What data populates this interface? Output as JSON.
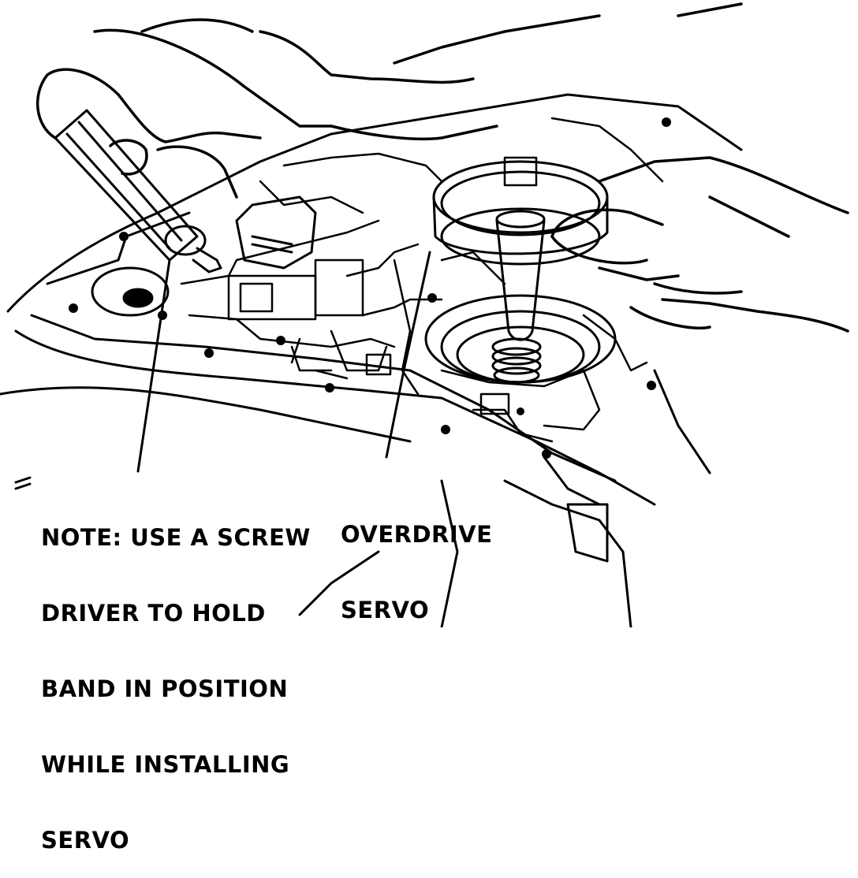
{
  "note": {
    "lines": [
      "NOTE: USE A SCREW",
      "DRIVER TO HOLD",
      "BAND IN POSITION",
      "WHILE INSTALLING",
      "SERVO"
    ]
  },
  "overdrive_servo": {
    "lines": [
      "OVERDRIVE",
      "SERVO"
    ]
  },
  "colors": {
    "ink": "#000000",
    "paper": "#ffffff"
  }
}
